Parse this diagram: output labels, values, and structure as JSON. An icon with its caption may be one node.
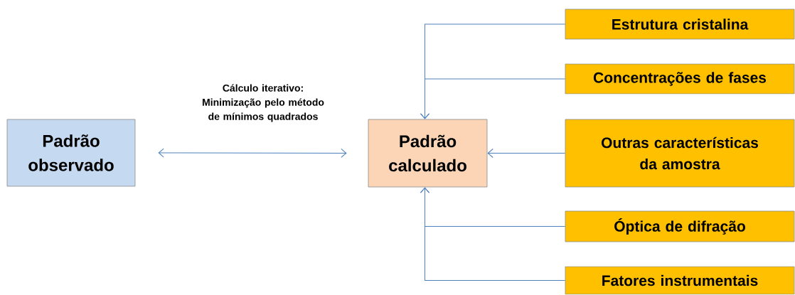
{
  "diagram": {
    "nodes": [
      {
        "text": [
          "Padrão observado"
        ]
      },
      {
        "text": [
          "Padrão calculado"
        ]
      },
      {
        "text": [
          "Estrutura cristalina"
        ]
      },
      {
        "text": [
          "Concentrações de fases"
        ]
      },
      {
        "text": [
          "Outras características da amostra"
        ]
      },
      {
        "text": [
          "Óptica de difração"
        ]
      },
      {
        "text": [
          "Fatores instrumentais"
        ]
      }
    ],
    "edges": [
      {
        "from": 0,
        "to": 1,
        "arrow": "both",
        "label": "Cálculo iterativo: Minimização pelo método de mínimos quadrados"
      },
      {
        "from": 2,
        "to": 1,
        "arrow": "to"
      },
      {
        "from": 3,
        "to": 1,
        "arrow": "to"
      },
      {
        "from": 4,
        "to": 1,
        "arrow": "to"
      },
      {
        "from": 5,
        "to": 1,
        "arrow": "to"
      },
      {
        "from": 6,
        "to": 1,
        "arrow": "to"
      }
    ]
  }
}
